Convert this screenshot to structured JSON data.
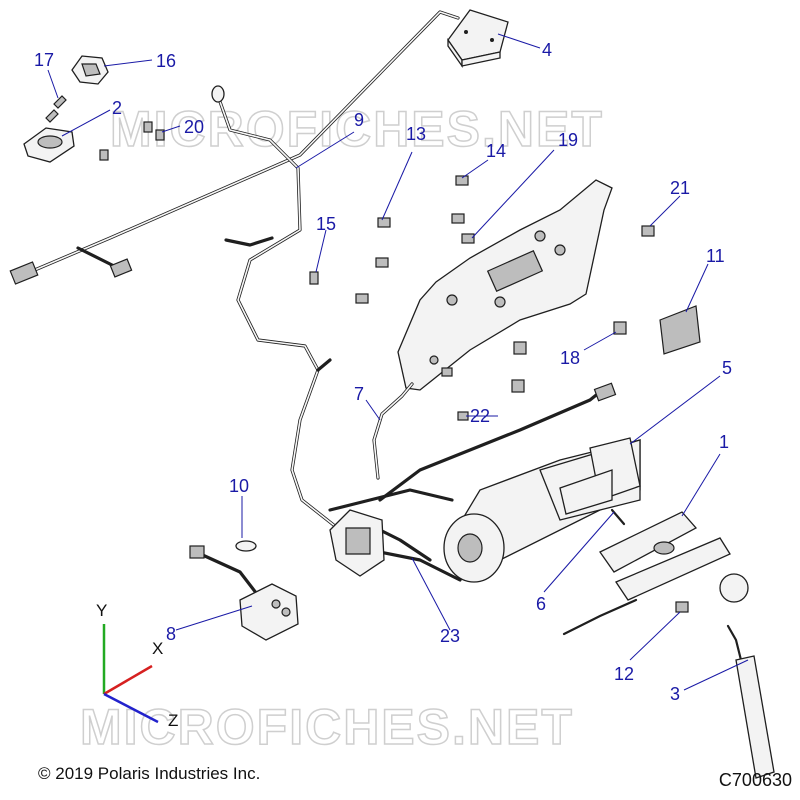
{
  "watermark": "MICROFICHES.NET",
  "copyright": "© 2019 Polaris Industries Inc.",
  "diagram_code": "C700630",
  "axes": {
    "y": "Y",
    "x": "X",
    "z": "Z"
  },
  "callouts": {
    "c1": "1",
    "c2": "2",
    "c3": "3",
    "c4": "4",
    "c5": "5",
    "c6": "6",
    "c7": "7",
    "c8": "8",
    "c9": "9",
    "c10": "10",
    "c11": "11",
    "c12": "12",
    "c13": "13",
    "c14": "14",
    "c15": "15",
    "c16": "16",
    "c17": "17",
    "c18": "18",
    "c19": "19",
    "c20": "20",
    "c21": "21",
    "c22": "22",
    "c23": "23"
  },
  "colors": {
    "callout": "#1a1aa6",
    "axis_x": "#d62020",
    "axis_y": "#22aa22",
    "axis_z": "#2222cc"
  }
}
